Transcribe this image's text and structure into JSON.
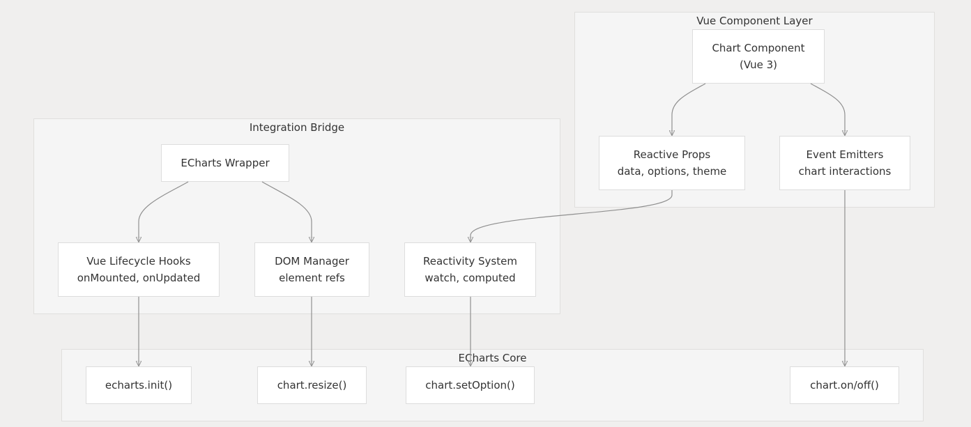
{
  "clusters": {
    "vue_layer": {
      "label": "Vue Component Layer"
    },
    "bridge": {
      "label": "Integration Bridge"
    },
    "core": {
      "label": "ECharts Core"
    }
  },
  "nodes": {
    "chart_component": {
      "line1": "Chart Component",
      "line2": "(Vue 3)"
    },
    "reactive_props": {
      "line1": "Reactive Props",
      "line2": "data, options, theme"
    },
    "event_emitters": {
      "line1": "Event Emitters",
      "line2": "chart interactions"
    },
    "echarts_wrapper": {
      "line1": "ECharts Wrapper"
    },
    "lifecycle_hooks": {
      "line1": "Vue Lifecycle Hooks",
      "line2": "onMounted, onUpdated"
    },
    "dom_manager": {
      "line1": "DOM Manager",
      "line2": "element refs"
    },
    "reactivity_system": {
      "line1": "Reactivity System",
      "line2": "watch, computed"
    },
    "echarts_init": {
      "line1": "echarts.init()"
    },
    "chart_resize": {
      "line1": "chart.resize()"
    },
    "chart_setoption": {
      "line1": "chart.setOption()"
    },
    "chart_onoff": {
      "line1": "chart.on/off()"
    }
  },
  "edges": [
    {
      "from": "Chart Component",
      "to": "Reactive Props"
    },
    {
      "from": "Chart Component",
      "to": "Event Emitters"
    },
    {
      "from": "Reactive Props",
      "to": "Reactivity System"
    },
    {
      "from": "ECharts Wrapper",
      "to": "Vue Lifecycle Hooks"
    },
    {
      "from": "ECharts Wrapper",
      "to": "DOM Manager"
    },
    {
      "from": "Vue Lifecycle Hooks",
      "to": "echarts.init()"
    },
    {
      "from": "DOM Manager",
      "to": "chart.resize()"
    },
    {
      "from": "Reactivity System",
      "to": "chart.setOption()"
    },
    {
      "from": "Event Emitters",
      "to": "chart.on/off()"
    }
  ],
  "colors": {
    "background": "#f0efee",
    "cluster_fill": "#f5f5f5",
    "node_fill": "#ffffff",
    "edge": "#8f8f8f",
    "text": "#333333"
  }
}
